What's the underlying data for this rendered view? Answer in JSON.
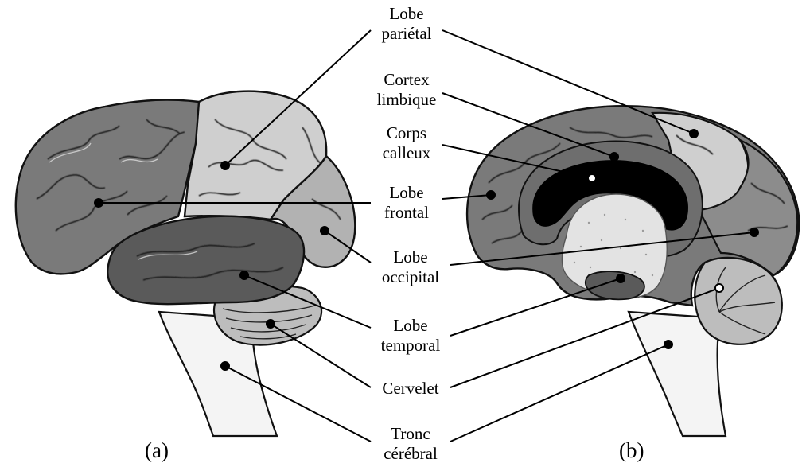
{
  "labels": {
    "lobe_parietal": {
      "line1": "Lobe",
      "line2": "pariétal"
    },
    "cortex_limbique": {
      "line1": "Cortex",
      "line2": "limbique"
    },
    "corps_calleux": {
      "line1": "Corps",
      "line2": "calleux"
    },
    "lobe_frontal": {
      "line1": "Lobe",
      "line2": "frontal"
    },
    "lobe_occipital": {
      "line1": "Lobe",
      "line2": "occipital"
    },
    "lobe_temporal": {
      "line1": "Lobe",
      "line2": "temporal"
    },
    "cervelet": {
      "line1": "Cervelet"
    },
    "tronc_cerebral": {
      "line1": "Tronc",
      "line2": "cérébral"
    }
  },
  "captions": {
    "a": "(a)",
    "b": "(b)"
  },
  "colors": {
    "background": "#ffffff",
    "frontal": "#7a7a7a",
    "parietal": "#cfcfcf",
    "occipital": "#b2b2b2",
    "temporal": "#5a5a5a",
    "cerebellum": "#bdbdbd",
    "brainstem": "#f4f4f4",
    "limbic": "#6e6e6e",
    "corpus_callosum": "#000000",
    "thalamus": "#e3e3e3",
    "outline": "#111111"
  }
}
